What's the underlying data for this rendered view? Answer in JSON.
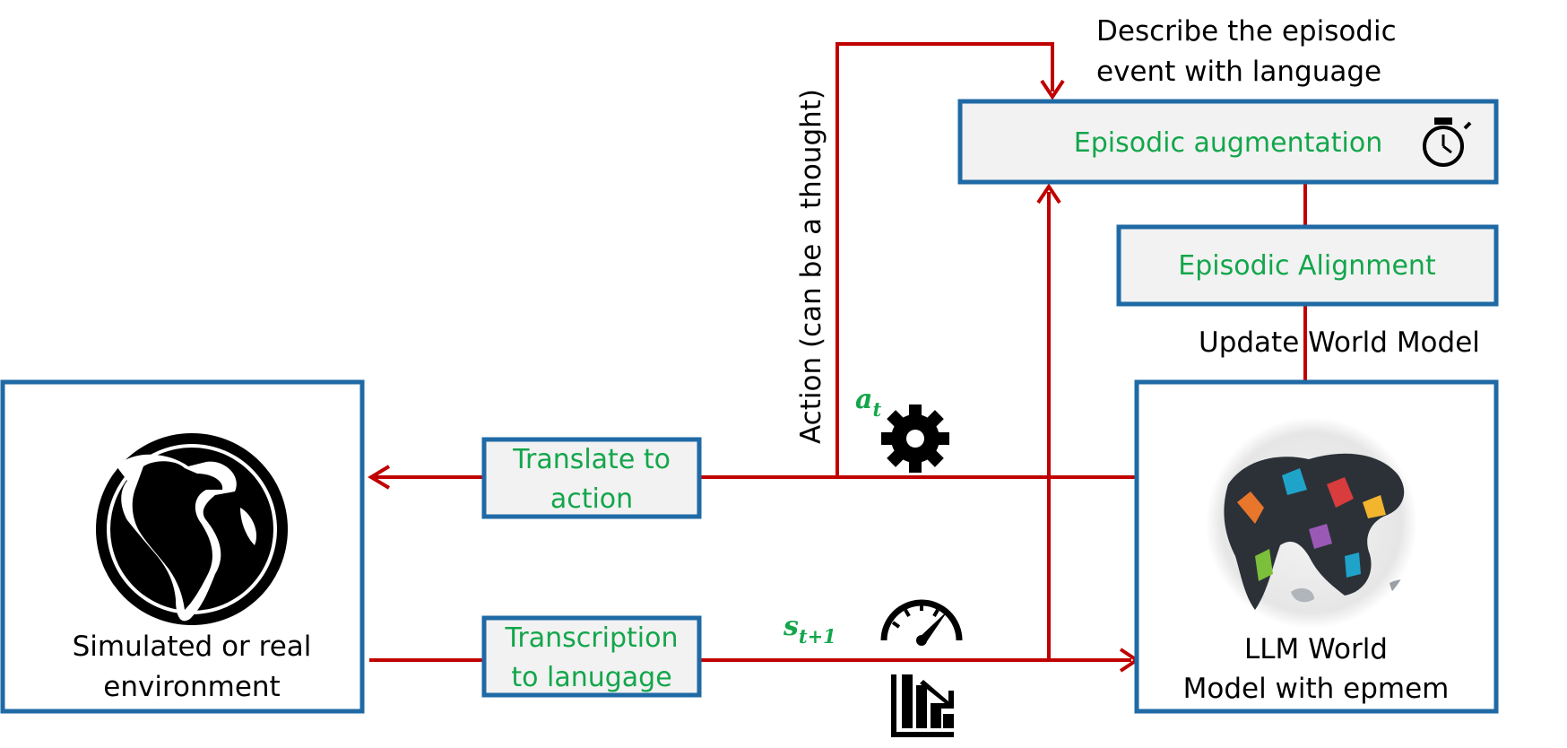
{
  "nodes": {
    "environment": {
      "line1": "Simulated or real",
      "line2": "environment"
    },
    "llm": {
      "line1": "LLM World",
      "line2": "Model with epmem"
    },
    "translate": {
      "line1": "Translate to",
      "line2": "action"
    },
    "transcription": {
      "line1": "Transcription",
      "line2": "to lanugage"
    },
    "augmentation": {
      "label": "Episodic augmentation"
    },
    "alignment": {
      "label": "Episodic Alignment"
    }
  },
  "labels": {
    "describe_line1": "Describe the episodic",
    "describe_line2": "event with language",
    "update": "Update World Model",
    "action": "Action (can be a thought)",
    "a_base": "a",
    "a_sub": "t",
    "s_base": "s",
    "s_sub": "t+1"
  },
  "icons": [
    "globe-icon",
    "gear-icon",
    "speedometer-icon",
    "chart-down-icon",
    "stopwatch-icon",
    "world-map-icon"
  ],
  "colors": {
    "box_border": "#1f6aa5",
    "box_fill": "#f2f2f2",
    "arrow": "#c00000",
    "label_green": "#13a64b"
  }
}
